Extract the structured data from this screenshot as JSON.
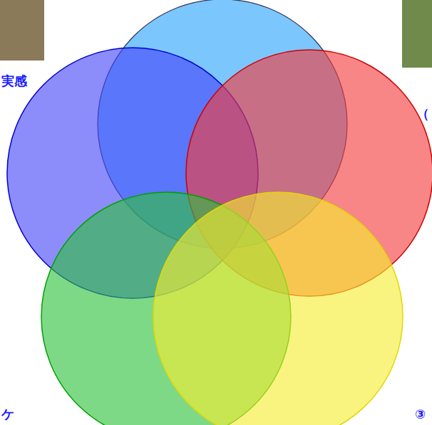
{
  "diagram": {
    "labels": [
      "実感",
      "（",
      "ケ",
      "③"
    ]
  }
}
